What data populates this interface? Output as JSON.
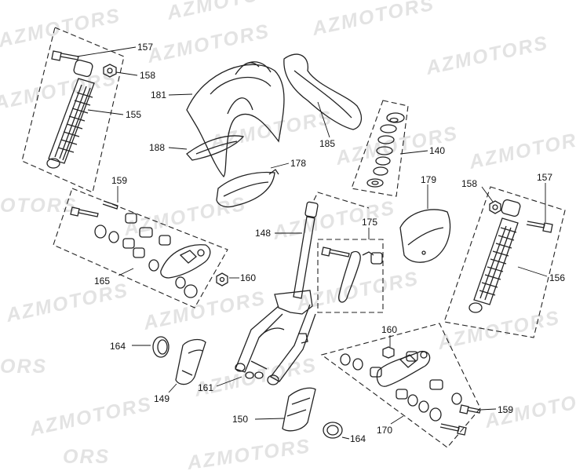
{
  "watermark": "AZMOTORS",
  "watermark_fragment": "ORS",
  "watermark_fragment_start": "OTORS",
  "colors": {
    "line": "#222222",
    "watermark": "#e3e3e3",
    "background": "#ffffff"
  },
  "callouts": {
    "c155": "155",
    "c157_left": "157",
    "c158_left": "158",
    "c181": "181",
    "c185": "185",
    "c188": "188",
    "c178": "178",
    "c140": "140",
    "c159_left": "159",
    "c179": "179",
    "c158_right": "158",
    "c157_right": "157",
    "c148": "148",
    "c175": "175",
    "c160_left": "160",
    "c165": "165",
    "c156": "156",
    "c164_left": "164",
    "c160_right": "160",
    "c161": "161",
    "c149": "149",
    "c150": "150",
    "c159_right": "159",
    "c164_bottom": "164",
    "c170": "170"
  }
}
